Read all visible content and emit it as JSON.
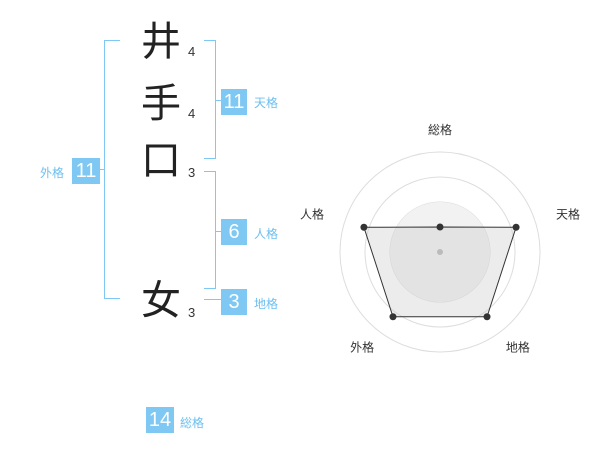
{
  "name_chars": [
    {
      "char": "井",
      "strokes": "4"
    },
    {
      "char": "手",
      "strokes": "4"
    },
    {
      "char": "口",
      "strokes": "3"
    },
    {
      "char": "女",
      "strokes": "3"
    }
  ],
  "kaku": {
    "tenkaku": {
      "value": "11",
      "label": "天格"
    },
    "jinkaku": {
      "value": "6",
      "label": "人格"
    },
    "chikaku": {
      "value": "3",
      "label": "地格"
    },
    "gaikaku": {
      "value": "11",
      "label": "外格"
    },
    "soukaku": {
      "value": "14",
      "label": "総格"
    }
  },
  "colors": {
    "accent": "#7ec8f3",
    "label": "#6cbff0",
    "fill": "#eeeeee"
  },
  "chart_data": {
    "type": "radar",
    "axes": [
      "総格",
      "天格",
      "地格",
      "外格",
      "人格"
    ],
    "values": [
      0.25,
      0.8,
      0.8,
      0.8,
      0.8
    ],
    "rings": 4,
    "center_point": true
  }
}
